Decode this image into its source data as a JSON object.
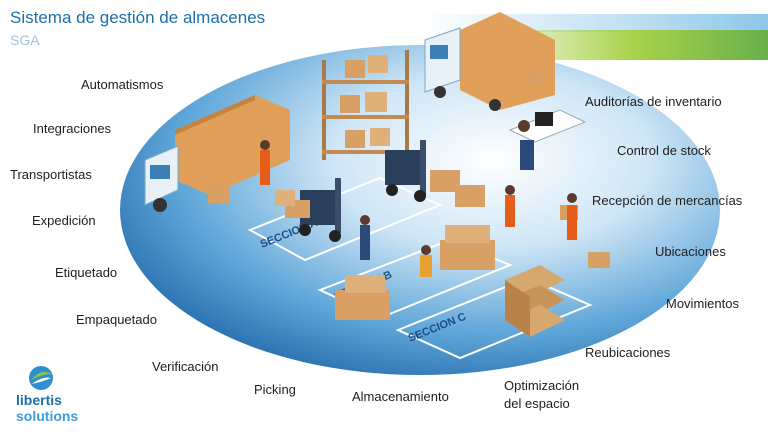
{
  "header": {
    "title": "Sistema de gestión de almacenes",
    "subtitle": "SGA"
  },
  "labels": {
    "automatismos": "Automatismos",
    "integraciones": "Integraciones",
    "transportistas": "Transportistas",
    "expedicion": "Expedición",
    "etiquetado": "Etiquetado",
    "empaquetado": "Empaquetado",
    "verificacion": "Verificación",
    "picking": "Picking",
    "almacenamiento": "Almacenamiento",
    "optimizacion_1": "Optimización",
    "optimizacion_2": "del espacio",
    "reubicaciones": "Reubicaciones",
    "movimientos": "Movimientos",
    "ubicaciones": "Ubicaciones",
    "recepcion": "Recepción de mercancías",
    "control_stock": "Control de stock",
    "auditorias": "Auditorías de inventario"
  },
  "sections": {
    "a": "SECCION A",
    "b": "SECCION B",
    "c": "SECCION C"
  },
  "logo": {
    "line1": "libertis",
    "line2": "solutions"
  },
  "colors": {
    "title": "#1c6fa8",
    "ellipse_light": "#d9ecf8",
    "ellipse_dark": "#1f6fb0",
    "box": "#d9a066",
    "truck_body": "#e8f1f8",
    "accent_green": "#8cc63f"
  }
}
